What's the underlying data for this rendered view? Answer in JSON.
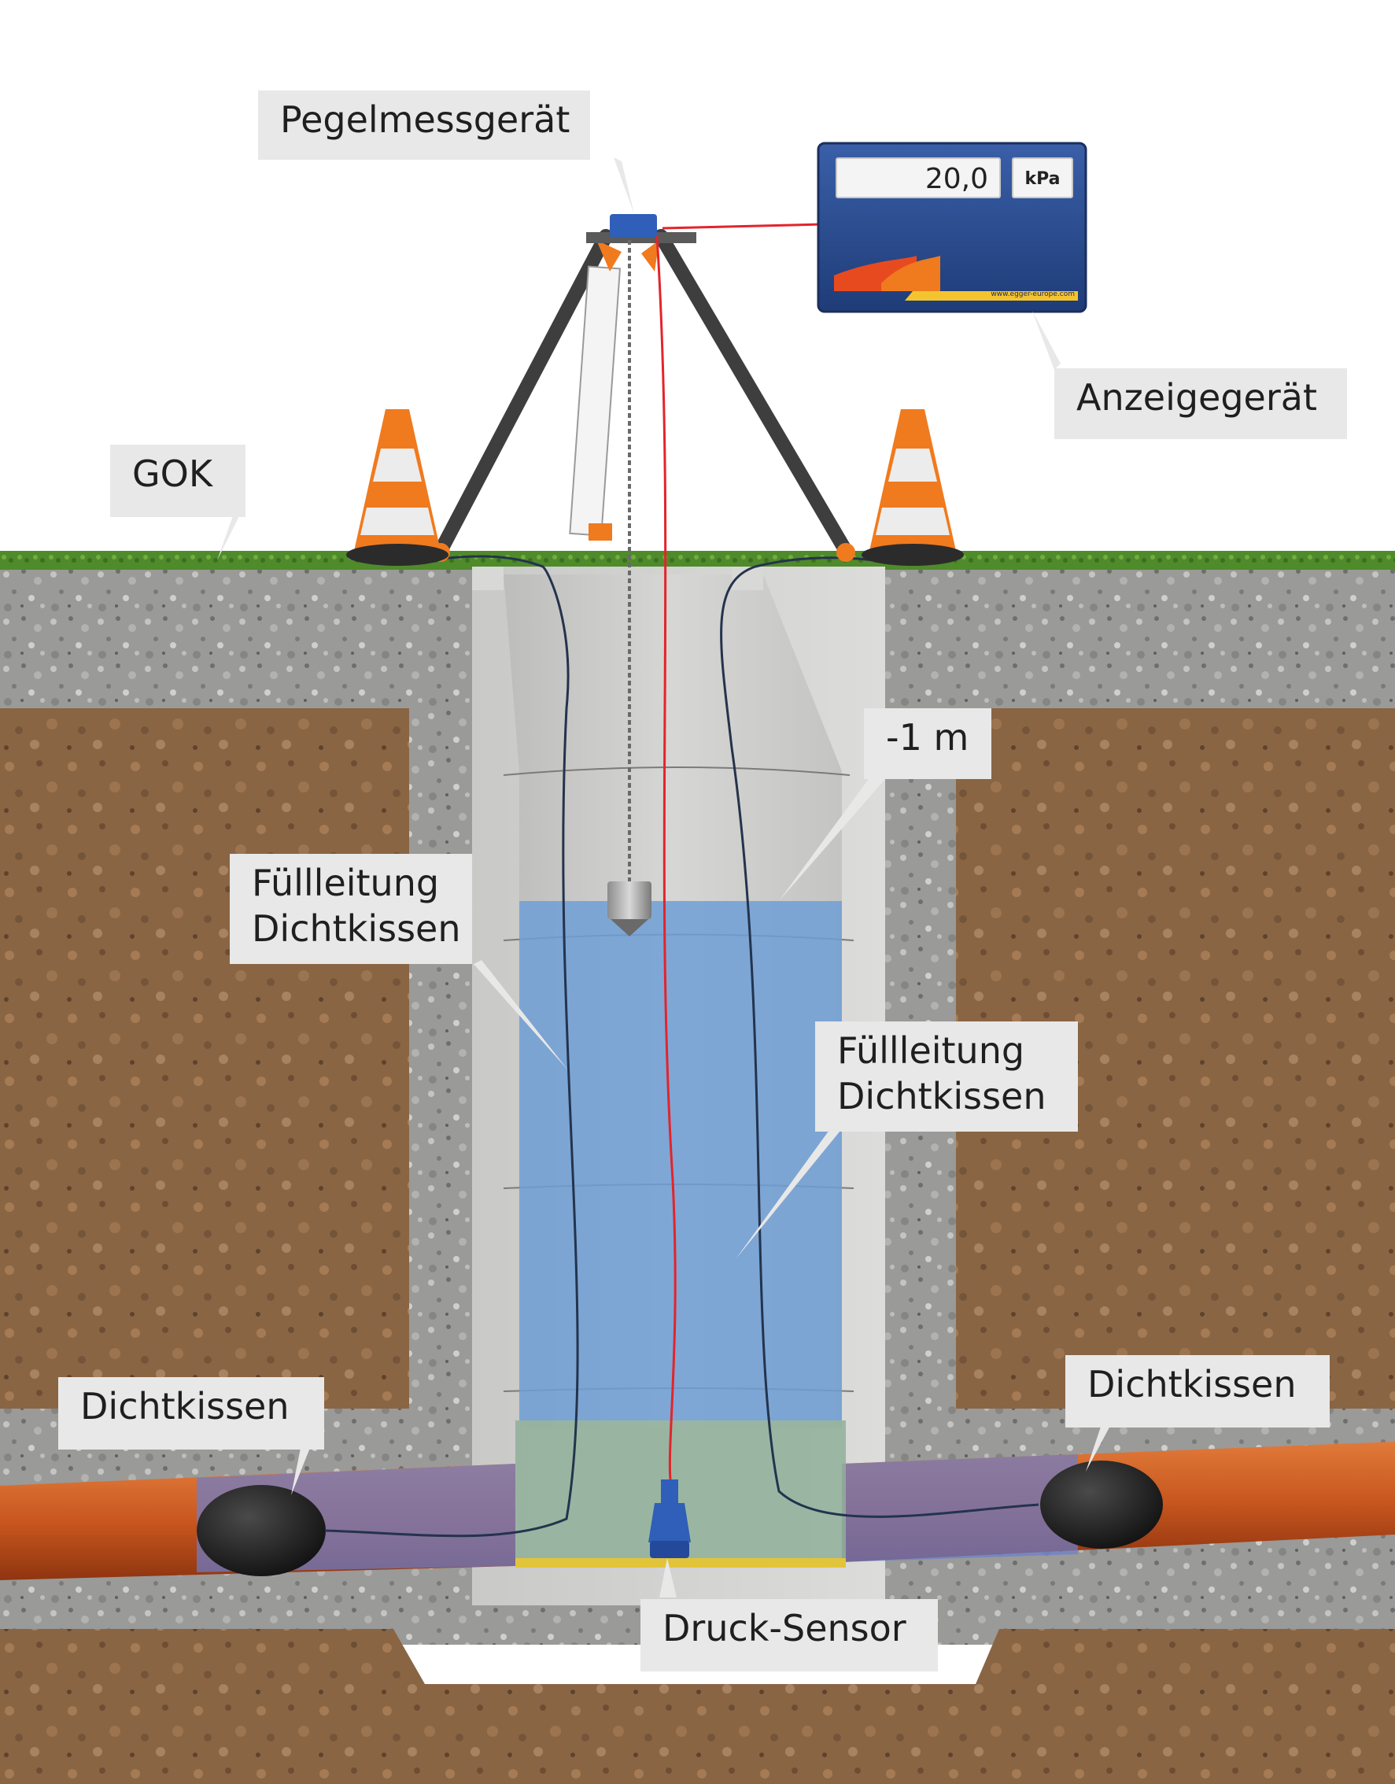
{
  "labels": {
    "pegelmessgeraet": "Pegelmessgerät",
    "anzeigegeraet": "Anzeigegerät",
    "gok": "GOK",
    "minus_1m": "-1 m",
    "fuellleitung_left_line1": "Füllleitung",
    "fuellleitung_left_line2": "Dichtkissen",
    "fuellleitung_right_line1": "Füllleitung",
    "fuellleitung_right_line2": "Dichtkissen",
    "dichtkissen_left": "Dichtkissen",
    "dichtkissen_right": "Dichtkissen",
    "druck_sensor": "Druck-Sensor"
  },
  "display": {
    "value": "20,0",
    "unit": "kPa",
    "url": "www.egger-europe.com"
  },
  "colors": {
    "water": "#6f9fd6",
    "pipe": "#c8561e",
    "display_body": "#2a4c8f",
    "cable_red": "#e3242b",
    "cone_orange": "#f07a1e",
    "grass": "#4f8a2b"
  }
}
